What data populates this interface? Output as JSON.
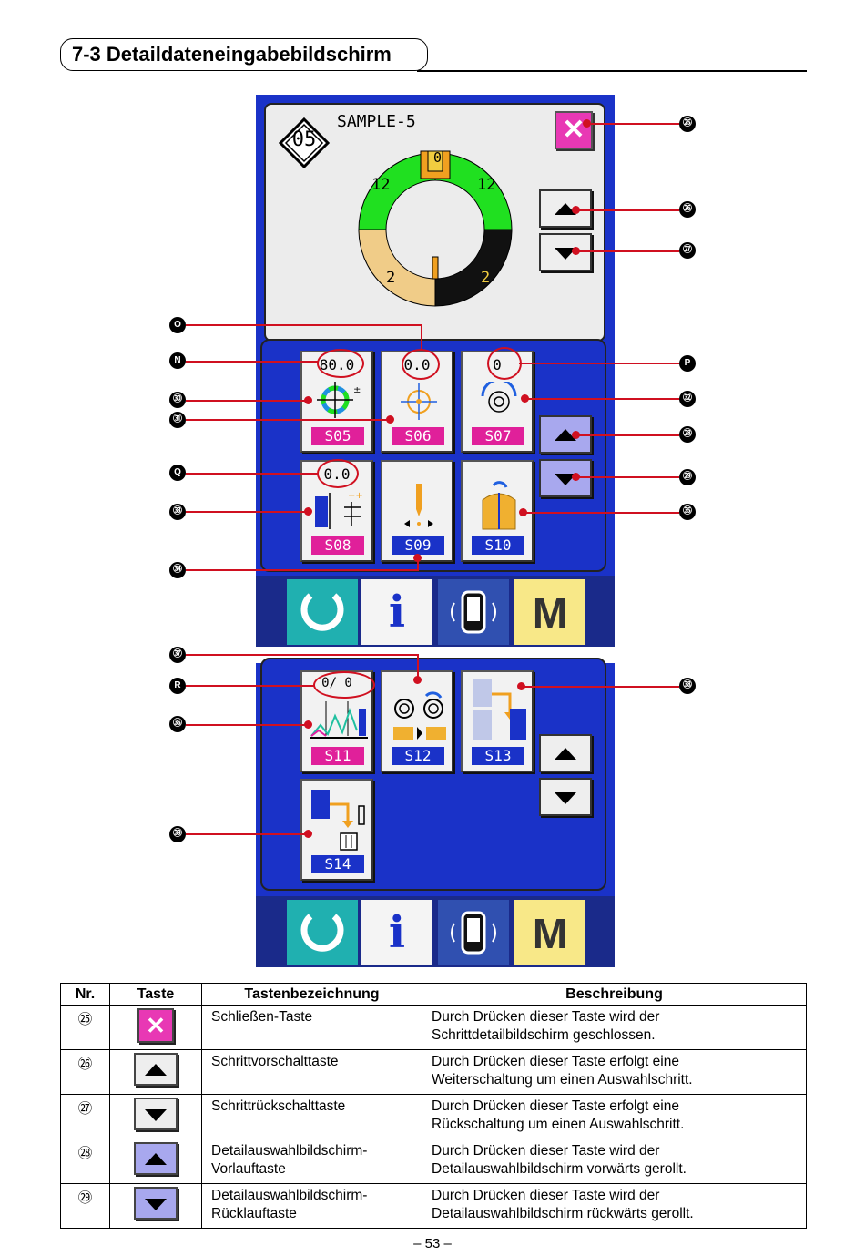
{
  "header": {
    "title": "7-3 Detaildateneingabebildschirm"
  },
  "screen1": {
    "pattern_no": "05",
    "pattern_name": "SAMPLE-5",
    "ring": {
      "top": "0",
      "upper_left": "12",
      "upper_right": "12",
      "lower_left": "2",
      "lower_right": "2"
    },
    "buttons": [
      {
        "value": "80.0",
        "code": "S05"
      },
      {
        "value": "0.0",
        "code": "S06"
      },
      {
        "value": "0",
        "code": "S07"
      },
      {
        "value": "0.0",
        "code": "S08"
      },
      {
        "value": "",
        "code": "S09"
      },
      {
        "value": "",
        "code": "S10"
      }
    ]
  },
  "bottombar": {
    "info": "i",
    "mode": "M"
  },
  "screen2": {
    "buttons": [
      {
        "value": "0/  0",
        "code": "S11"
      },
      {
        "value": "",
        "code": "S12"
      },
      {
        "value": "",
        "code": "S13"
      },
      {
        "value": "",
        "code": "S14"
      }
    ]
  },
  "callouts": {
    "c25": "㉕",
    "c26": "㉖",
    "c27": "㉗",
    "c28": "㉘",
    "c29": "㉙",
    "O": "O",
    "N": "N",
    "P": "P",
    "Q": "Q",
    "R": "R",
    "c30": "㉚",
    "c31": "㉛",
    "c32": "㉜",
    "c33": "㉝",
    "c34": "㉞",
    "c35": "㉟",
    "c36": "㊱",
    "c37": "㊲",
    "c38": "㊳",
    "c39": "㊴"
  },
  "table": {
    "headers": [
      "Nr.",
      "Taste",
      "Tastenbezeichnung",
      "Beschreibung"
    ],
    "rows": [
      {
        "nr": "㉕",
        "name": "Schließen-Taste",
        "desc1": "Durch Drücken dieser Taste wird der",
        "desc2": "Schrittdetailbildschirm geschlossen."
      },
      {
        "nr": "㉖",
        "name": "Schrittvorschalttaste",
        "desc1": "Durch Drücken dieser Taste erfolgt eine",
        "desc2": "Weiterschaltung um einen Auswahlschritt."
      },
      {
        "nr": "㉗",
        "name": "Schrittrückschalttaste",
        "desc1": "Durch Drücken dieser Taste erfolgt eine",
        "desc2": "Rückschaltung um einen Auswahlschritt."
      },
      {
        "nr": "㉘",
        "name1": "Detailauswahlbildschirm-",
        "name2": "Vorlauftaste",
        "desc1": "Durch Drücken dieser Taste wird der",
        "desc2": "Detailauswahlbildschirm vorwärts gerollt."
      },
      {
        "nr": "㉙",
        "name1": "Detailauswahlbildschirm-",
        "name2": "Rücklauftaste",
        "desc1": "Durch Drücken dieser Taste wird der",
        "desc2": "Detailauswahlbildschirm rückwärts gerollt."
      }
    ]
  },
  "footer": {
    "page": "– 53 –"
  },
  "colors": {
    "panel_blue": "#1a32c8",
    "magenta": "#e0209a",
    "callout_red": "#d01020"
  }
}
